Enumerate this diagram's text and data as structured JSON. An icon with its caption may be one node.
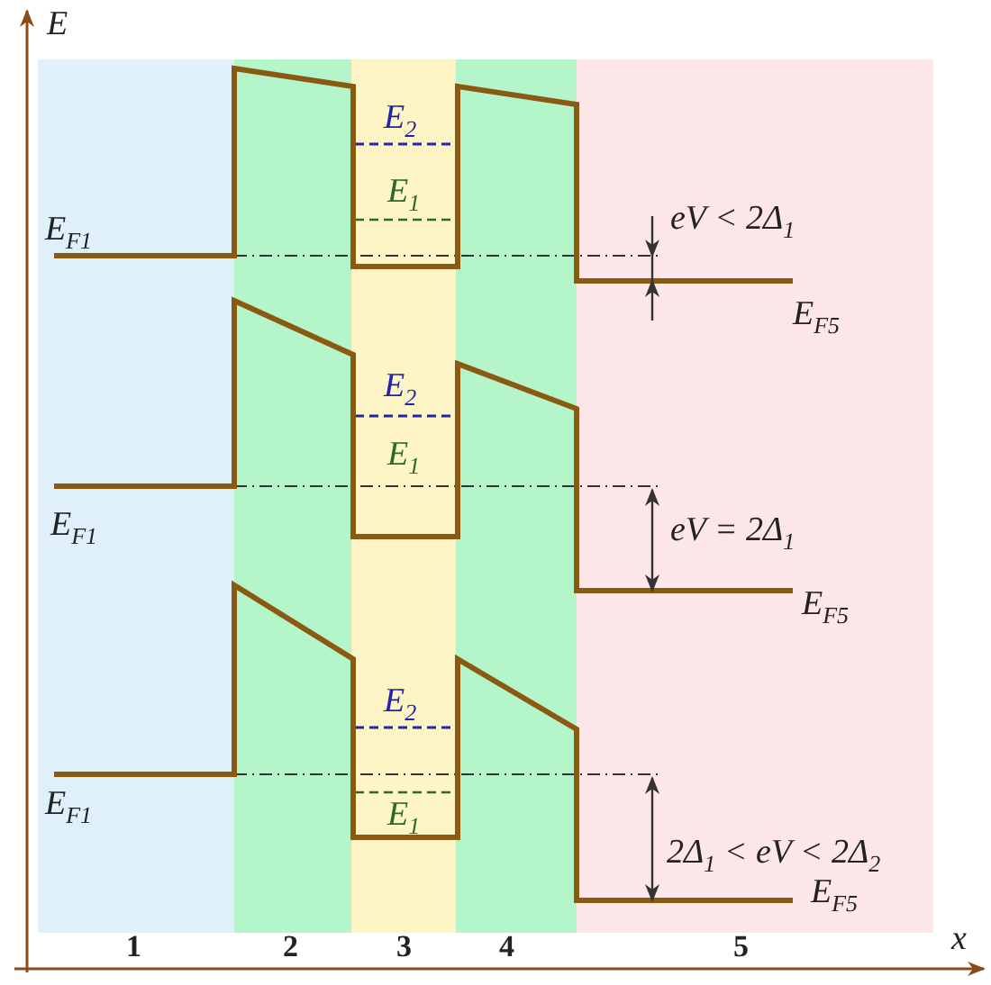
{
  "diagram": {
    "labels": [
      "E",
      "E$_{2}$",
      "E$_{1}$",
      "E$_{F1}$",
      "eV < 2Δ$_{1}$",
      "E$_{F5}$",
      "E$_{2}$",
      "E$_{1}$",
      "E$_{F1}$",
      "eV = 2Δ$_{1}$",
      "E$_{F5}$",
      "E$_{2}$",
      "E$_{F1}$",
      "E$_{1}$",
      "2Δ$_{1}$ < eV < 2Δ$_{2}$",
      "E$_{F5}$",
      "1",
      "2",
      "3",
      "4",
      "5",
      "x"
    ]
  }
}
